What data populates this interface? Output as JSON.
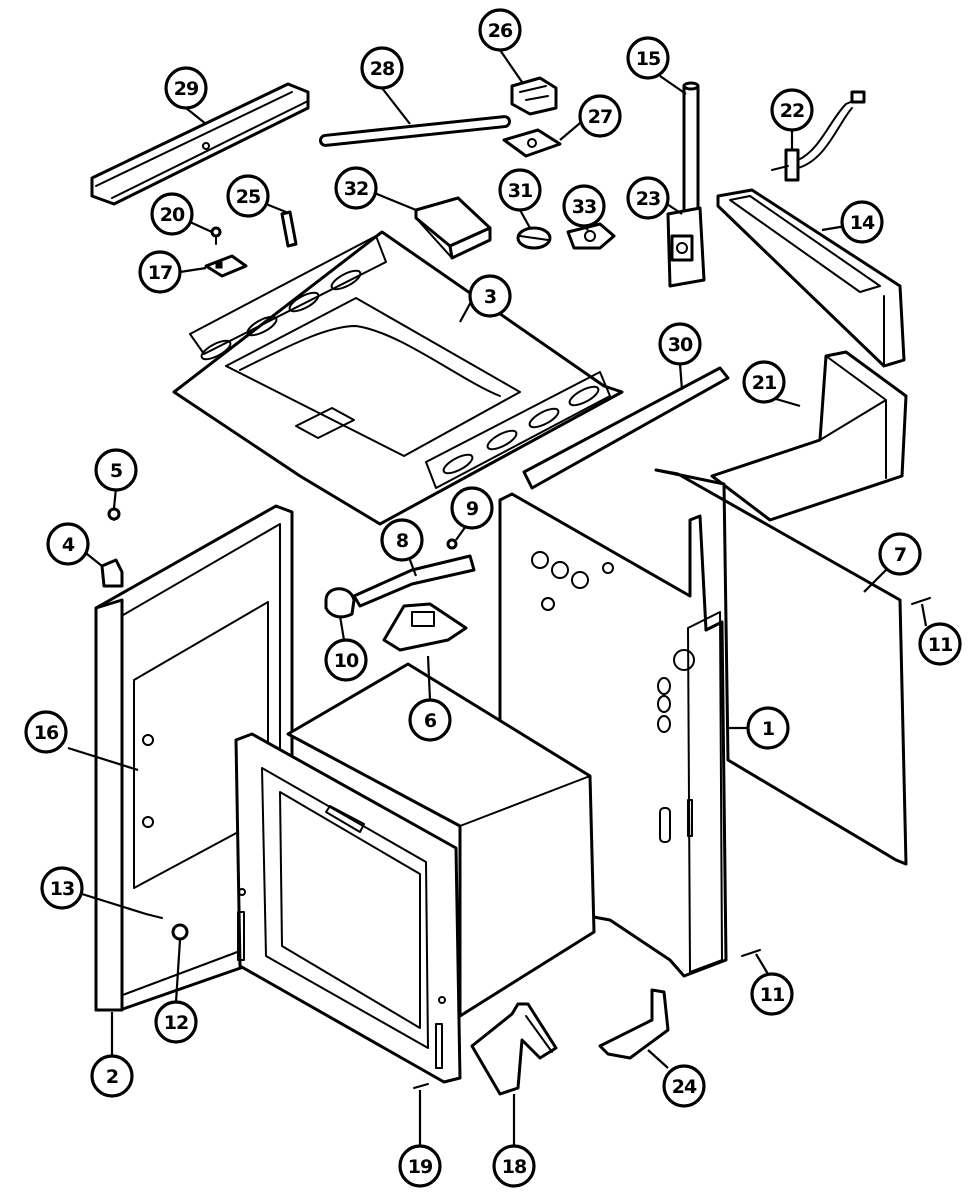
{
  "callouts": [
    {
      "label": "29"
    },
    {
      "label": "28"
    },
    {
      "label": "26"
    },
    {
      "label": "27"
    },
    {
      "label": "15"
    },
    {
      "label": "22"
    },
    {
      "label": "32"
    },
    {
      "label": "31"
    },
    {
      "label": "33"
    },
    {
      "label": "23"
    },
    {
      "label": "14"
    },
    {
      "label": "20"
    },
    {
      "label": "25"
    },
    {
      "label": "17"
    },
    {
      "label": "3"
    },
    {
      "label": "30"
    },
    {
      "label": "21"
    },
    {
      "label": "5"
    },
    {
      "label": "4"
    },
    {
      "label": "9"
    },
    {
      "label": "8"
    },
    {
      "label": "7"
    },
    {
      "label": "11"
    },
    {
      "label": "10"
    },
    {
      "label": "6"
    },
    {
      "label": "16"
    },
    {
      "label": "1"
    },
    {
      "label": "13"
    },
    {
      "label": "12"
    },
    {
      "label": "11"
    },
    {
      "label": "2"
    },
    {
      "label": "24"
    },
    {
      "label": "19"
    },
    {
      "label": "18"
    }
  ]
}
